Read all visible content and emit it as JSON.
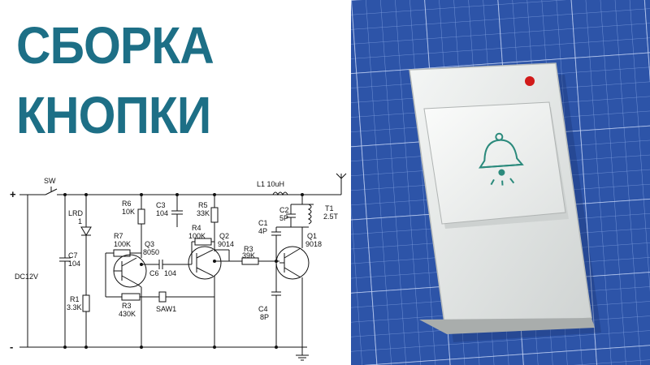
{
  "title": {
    "line1": "СБОРКА",
    "line2": "КНОПКИ"
  },
  "schematic": {
    "plus": "+",
    "minus": "-",
    "sw": "SW",
    "supply": "DC12V",
    "c7": "C7",
    "c7v": "104",
    "lrd": "LRD",
    "lrd1": "1",
    "r1": "R1",
    "r1v": "3.3K",
    "r6": "R6",
    "r6v": "10K",
    "r7": "R7",
    "r7v": "100K",
    "q3": "Q3",
    "q3v": "8050",
    "r3": "R3",
    "r3v": "430K",
    "c3": "C3",
    "c3v": "104",
    "c6": "C6",
    "c6v": "104",
    "saw": "SAW1",
    "r5": "R5",
    "r5v": "33K",
    "r4": "R4",
    "r4v": "100K",
    "q2": "Q2",
    "q2v": "9014",
    "l1": "L1 10uH",
    "c2": "C2",
    "c2v": "5P",
    "t1": "T1",
    "t1v": "2.5T",
    "c1": "C1",
    "c1v": "4P",
    "r3b": "R3",
    "r3bv": "39K",
    "q1": "Q1",
    "q1v": "9018",
    "c4": "C4",
    "c4v": "8P"
  },
  "colors": {
    "title": "#1d6f86",
    "mat": "#2d54a8",
    "device": "#eef0ef",
    "led": "#d11a1a",
    "bell": "#2b8a7c"
  }
}
